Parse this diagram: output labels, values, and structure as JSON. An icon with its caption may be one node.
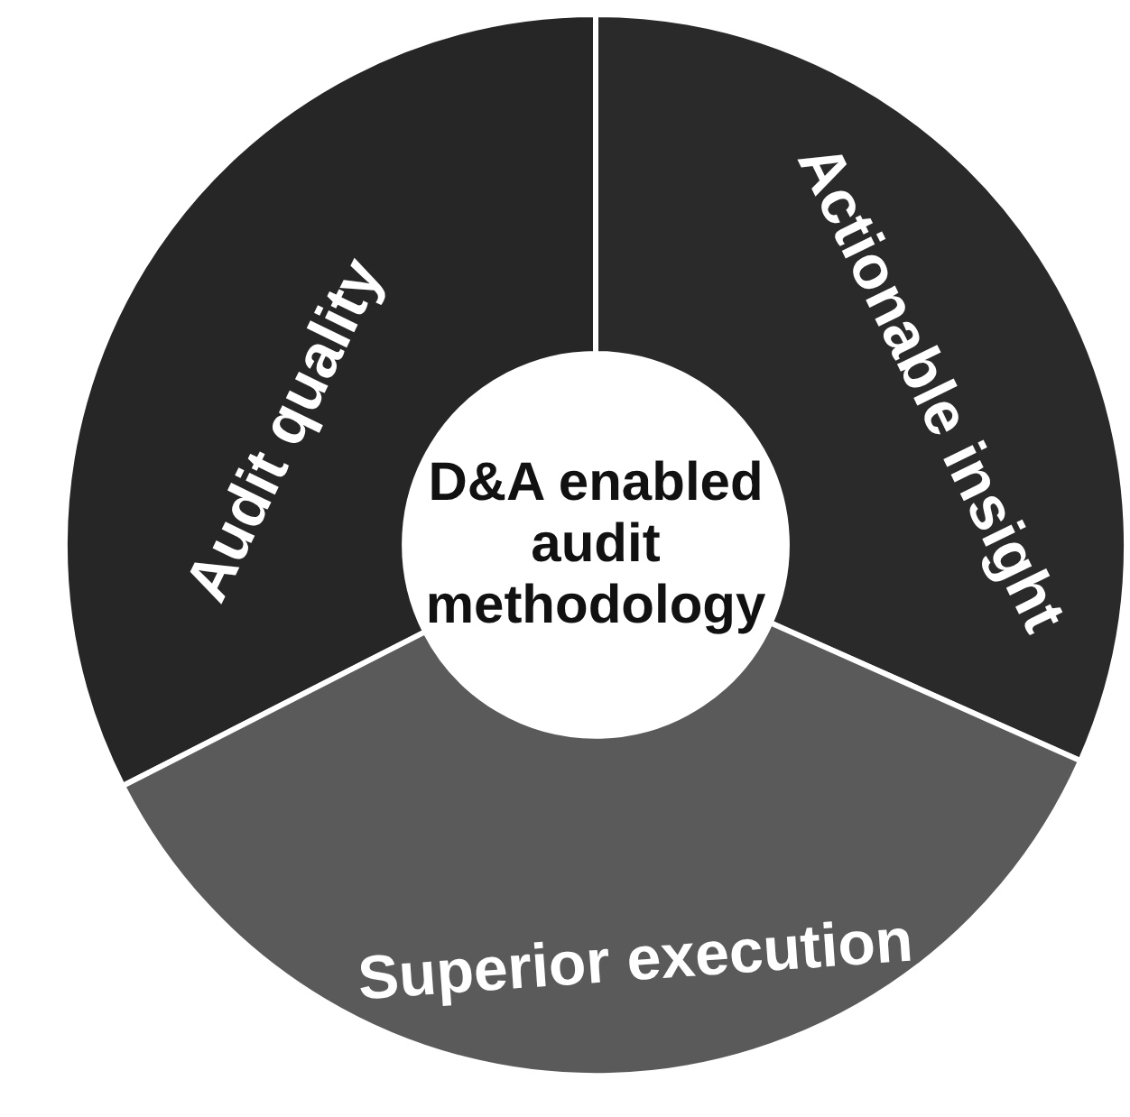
{
  "diagram": {
    "nodes": [
      {
        "text": [
          "Audit quality"
        ]
      },
      {
        "text": [
          "Actionable insight"
        ]
      },
      {
        "text": [
          "D&A enabled audit methodology"
        ]
      },
      {
        "text": [
          "Superior execution"
        ]
      }
    ]
  }
}
